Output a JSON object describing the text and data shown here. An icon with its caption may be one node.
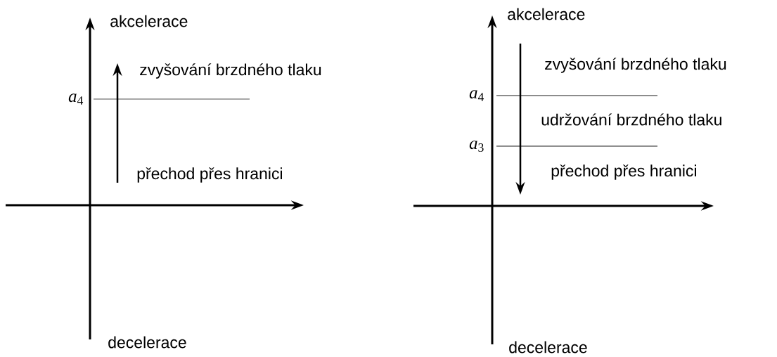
{
  "diagram": {
    "labels": [
      "akcelerace",
      "zvyšování brzdného tlaku",
      "*a*$_{4}$",
      "přechod přes hranici",
      "decelerace",
      "akcelerace",
      "zvyšování brzdného tlaku",
      "*a*$_{4}$",
      "udržování brzdného tlaku",
      "*a*$_{3}$",
      "přechod přes hranici",
      "decelerace"
    ]
  }
}
